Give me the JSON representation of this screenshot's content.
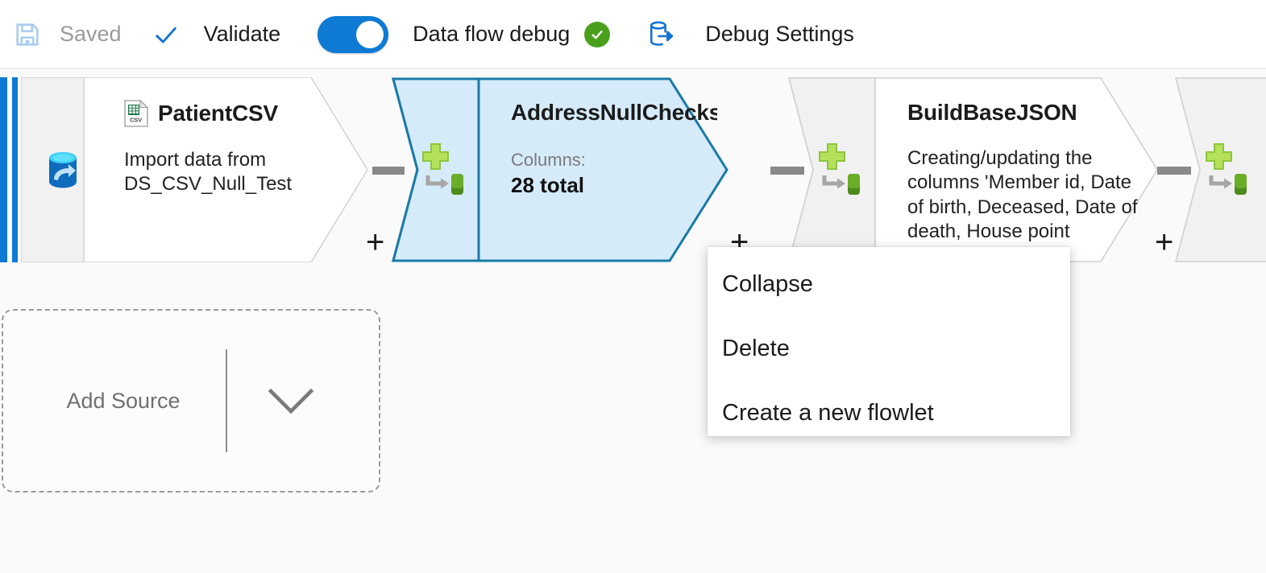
{
  "toolbar": {
    "save": {
      "label": "Saved",
      "icon": "save-icon",
      "enabled": false
    },
    "validate": {
      "label": "Validate",
      "icon": "checkmark-icon"
    },
    "debug_toggle": {
      "label": "Data flow debug",
      "state": "on",
      "status_icon": "success-check-badge"
    },
    "debug_settings": {
      "label": "Debug Settings",
      "icon": "database-export-icon"
    },
    "accent_color": "#0f7ad4",
    "success_color": "#4aa01c"
  },
  "canvas": {
    "background": "#fafafa",
    "add_source": {
      "label": "Add Source",
      "dropdown_icon": "chevron-down-icon"
    },
    "nodes": [
      {
        "id": "PatientCSV",
        "kind": "source",
        "icon": "source-database-icon",
        "title_icon": "csv-file-icon",
        "title": "PatientCSV",
        "description": "Import data from DS_CSV_Null_Test",
        "selected": false,
        "plus_handle": "+"
      },
      {
        "id": "AddressNullChecks",
        "kind": "derived-column",
        "icon": "derived-column-icon",
        "title": "AddressNullChecks",
        "meta_label": "Columns:",
        "meta_value": "28 total",
        "selected": true,
        "accent": "#1a7aa8",
        "fill": "#d6ebfa",
        "plus_handle": "+"
      },
      {
        "id": "BuildBaseJSON",
        "kind": "derived-column",
        "icon": "derived-column-icon",
        "title": "BuildBaseJSON",
        "description": "Creating/updating the columns 'Member id, Date of birth, Deceased, Date of death, House point address,",
        "selected": false,
        "plus_handle": "+"
      },
      {
        "id": "node-4-partial",
        "kind": "derived-column",
        "icon": "derived-column-icon",
        "title": "",
        "selected": false
      }
    ]
  },
  "context_menu": {
    "items": [
      {
        "label": "Collapse"
      },
      {
        "label": "Delete"
      },
      {
        "label": "Create a new flowlet"
      }
    ]
  }
}
